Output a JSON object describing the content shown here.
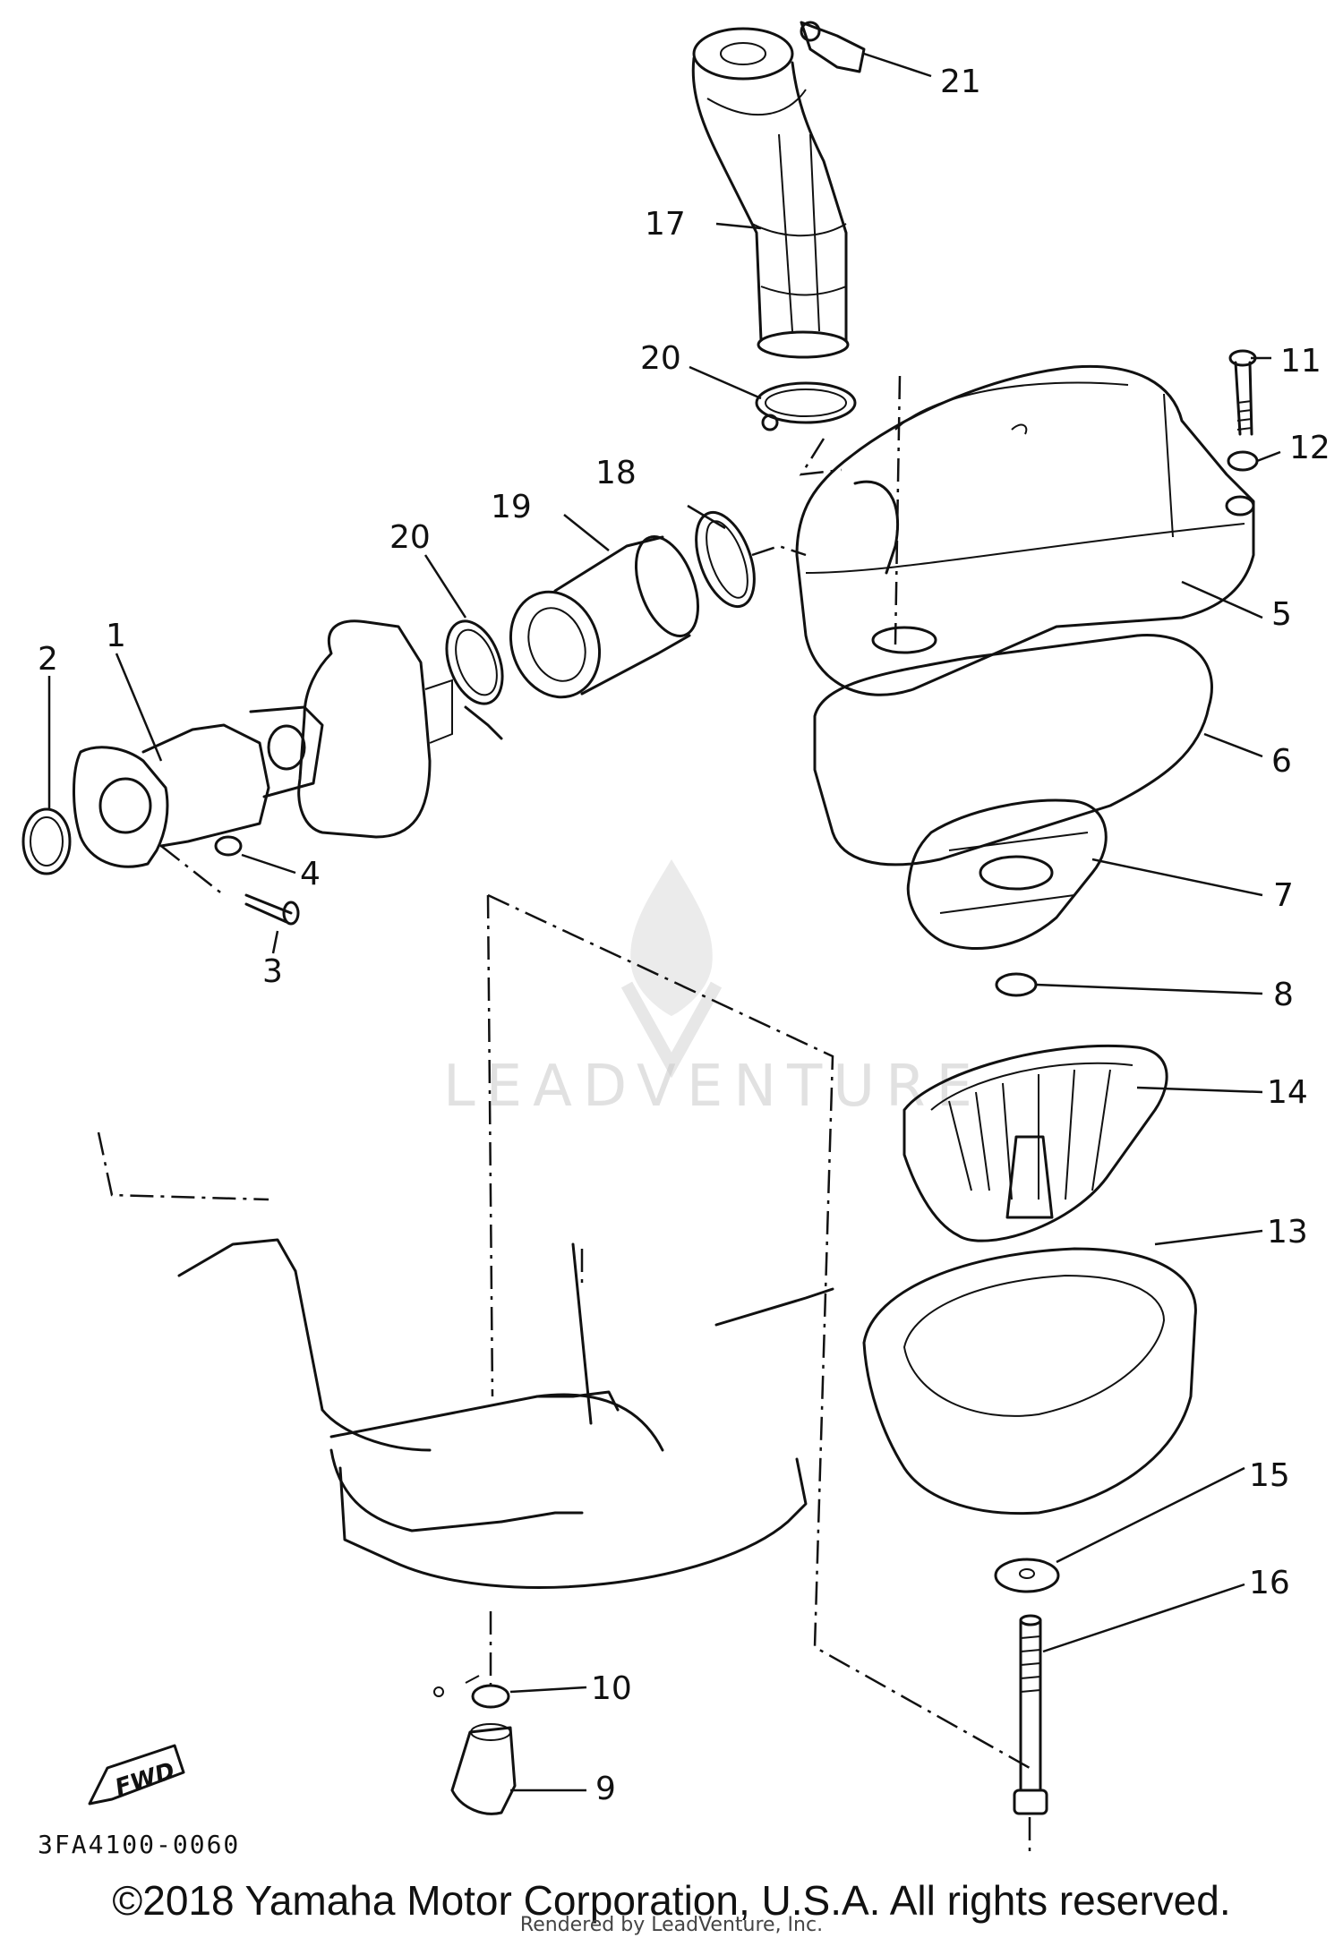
{
  "diagram": {
    "callouts": [
      "1",
      "2",
      "3",
      "4",
      "5",
      "6",
      "7",
      "8",
      "9",
      "10",
      "11",
      "12",
      "13",
      "14",
      "15",
      "16",
      "17",
      "18",
      "19",
      "20",
      "20",
      "21"
    ],
    "figure_code": "3FA4100-0060",
    "fwd_label": "FWD",
    "watermark": "LEADVENTURE"
  },
  "footer": {
    "copyright": "©2018 Yamaha Motor Corporation, U.S.A. All rights reserved.",
    "rendered_by": "Rendered by LeadVenture, Inc."
  }
}
